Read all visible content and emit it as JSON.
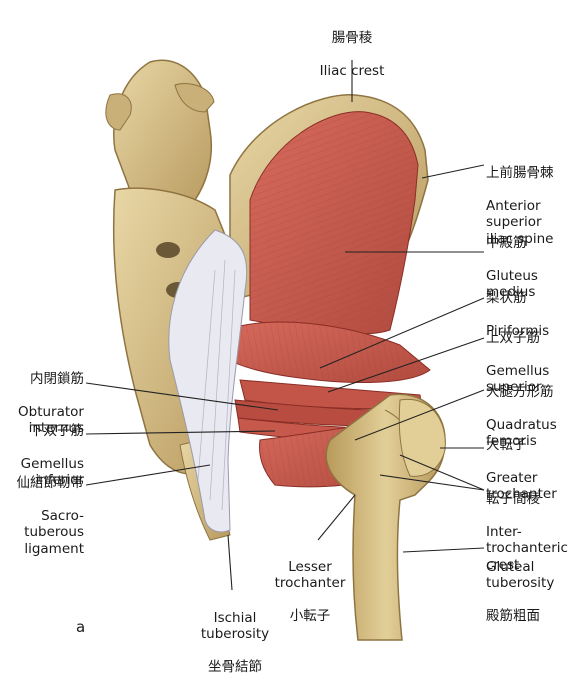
{
  "figure_letter": "a",
  "labels": {
    "iliac_crest": {
      "jp": "腸骨稜",
      "en": "Iliac crest"
    },
    "asis": {
      "jp": "上前腸骨棘",
      "en": "Anterior\nsuperior\niliac spine"
    },
    "gluteus_medius": {
      "jp": "中殿筋",
      "en": "Gluteus\nmedius"
    },
    "piriformis": {
      "jp": "梨状筋",
      "en": "Piriformis"
    },
    "gemellus_superior": {
      "jp": "上双子筋",
      "en": "Gemellus\nsuperior"
    },
    "quadratus_femoris": {
      "jp": "大腿方形筋",
      "en": "Quadratus\nfemoris"
    },
    "greater_trochanter": {
      "jp": "大転子",
      "en": "Greater\ntrochanter"
    },
    "intertrochanteric_crest": {
      "jp": "転子間稜",
      "en": "Inter-\ntrochanteric\ncrest"
    },
    "gluteal_tuberosity": {
      "en": "Gluteal\ntuberosity",
      "jp": "殿筋粗面"
    },
    "obturator_internus": {
      "jp": "内閉鎖筋",
      "en": "Obturator\ninternus"
    },
    "gemellus_inferior": {
      "jp": "下双子筋",
      "en": "Gemellus\ninferior"
    },
    "sacrotuberous": {
      "jp": "仙結節靭帯",
      "en": "Sacro-\ntuberous\nligament"
    },
    "lesser_trochanter": {
      "en": "Lesser\ntrochanter",
      "jp": "小転子"
    },
    "ischial_tuberosity": {
      "en": "Ischial\ntuberosity",
      "jp": "坐骨結節"
    }
  },
  "colors": {
    "muscle": "#c9574a",
    "muscle_dark": "#9e3a31",
    "muscle_light": "#e08a7a",
    "bone": "#d9c48e",
    "bone_dark": "#a68d55",
    "ligament": "#e6e6ef",
    "line": "#222222"
  }
}
